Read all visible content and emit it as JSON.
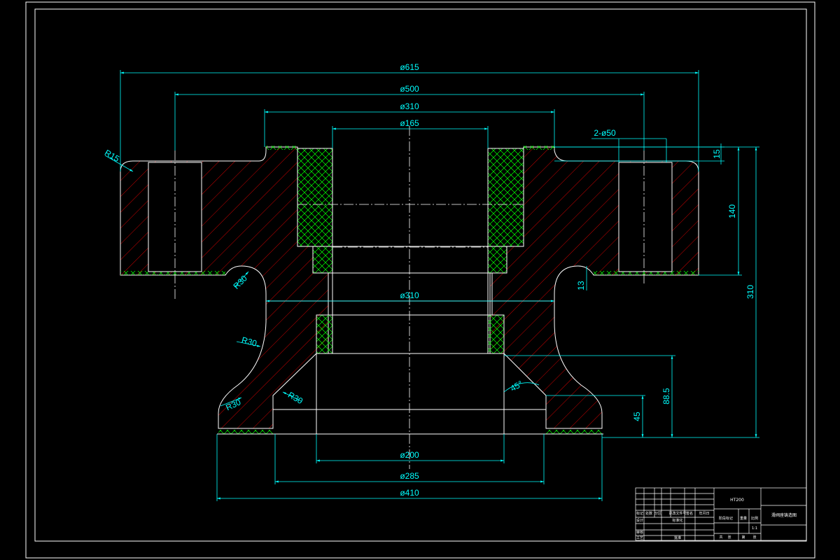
{
  "colors": {
    "background": "#000000",
    "outline": "#ffffff",
    "dimension": "#00ffff",
    "hatch_body": "#ff0000",
    "hatch_bushing": "#00ff00",
    "centerline": "#ffffff"
  },
  "dimensions": {
    "dia_615": "ø615",
    "dia_500": "ø500",
    "dia_310_top": "ø310",
    "dia_165": "ø165",
    "holes_2_dia_50": "2-ø50",
    "h_15": "15",
    "h_140": "140",
    "h_310": "310",
    "h_13": "13",
    "dia_310_mid": "ø310",
    "h_88_5": "88.5",
    "h_45": "45",
    "angle_45": "45°",
    "dia_200": "ø200",
    "dia_285": "ø285",
    "dia_410": "ø410",
    "r15": "R15",
    "r30_a": "R30",
    "r30_b": "R30",
    "r30_c": "R30",
    "r30_d": "R30"
  },
  "title_block": {
    "material": "HT200",
    "drawing_name": "滑阀座铸造图",
    "ratio": "1:1",
    "row_labels": [
      "标记",
      "设计",
      "审核",
      "工艺"
    ],
    "col_labels": [
      "处数",
      "分区",
      "更改文件号",
      "签名",
      "年月日"
    ],
    "stage_labels": [
      "阶段标记",
      "重量",
      "比例"
    ],
    "sheet_labels": [
      "共",
      "张",
      "第",
      "张"
    ],
    "std_label": "标准化",
    "approve_label": "批准"
  }
}
